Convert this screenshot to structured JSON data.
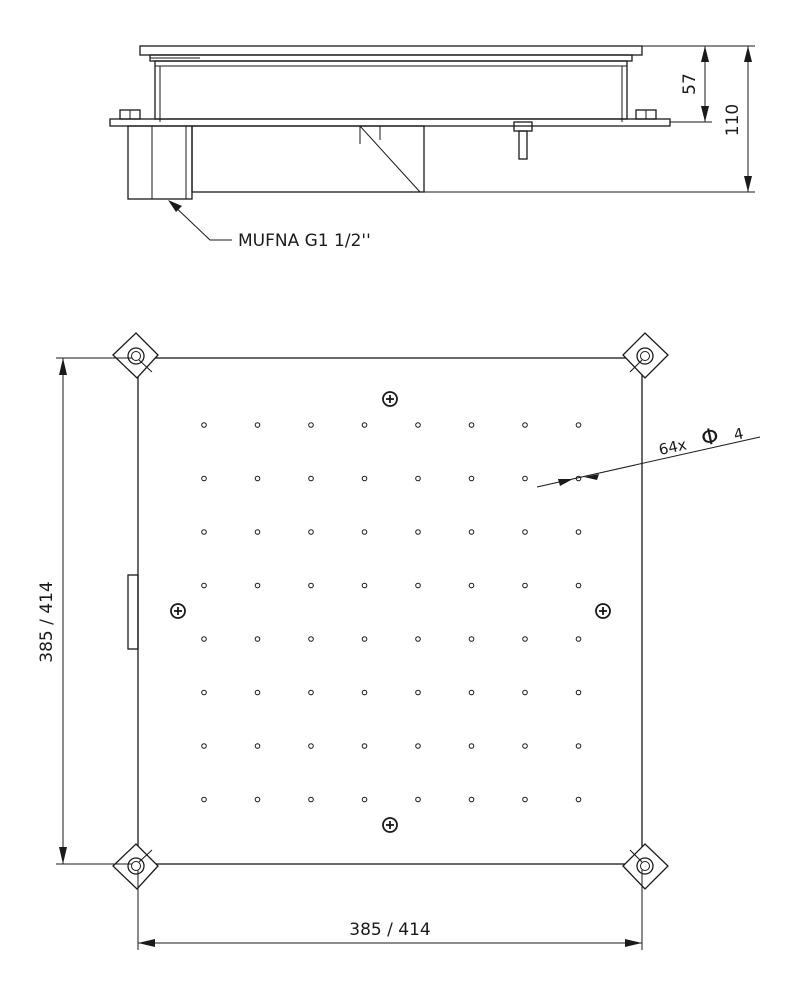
{
  "side_view": {
    "dim_height_small": "57",
    "dim_height_total": "110",
    "socket_label": "MUFNA G1 1/2''"
  },
  "top_view": {
    "dim_vertical": "385 / 414",
    "dim_horizontal": "385 / 414",
    "hole_label": "64x",
    "hole_symbol": "Φ",
    "hole_value": "4",
    "hole_grid": {
      "rows": 8,
      "cols": 8
    }
  }
}
